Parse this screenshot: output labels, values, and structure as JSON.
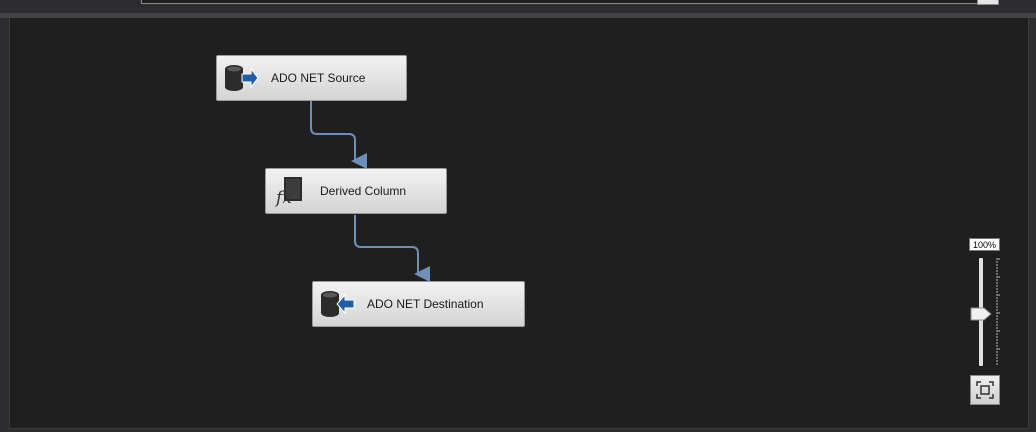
{
  "components": [
    {
      "id": "ado-net-source",
      "label": "ADO NET Source",
      "icon": "database-output-icon"
    },
    {
      "id": "derived-column",
      "label": "Derived Column",
      "icon": "fx-function-icon"
    },
    {
      "id": "ado-net-destination",
      "label": "ADO NET Destination",
      "icon": "database-input-icon"
    }
  ],
  "zoom": {
    "label": "100%",
    "level_percent": 100
  },
  "toolbar": {
    "fit_icon": "zoom-to-fit-icon"
  },
  "colors": {
    "canvas_background": "#1f1f1f",
    "connector": "#6d8fb8",
    "arrow_blue": "#1f5fa8"
  }
}
